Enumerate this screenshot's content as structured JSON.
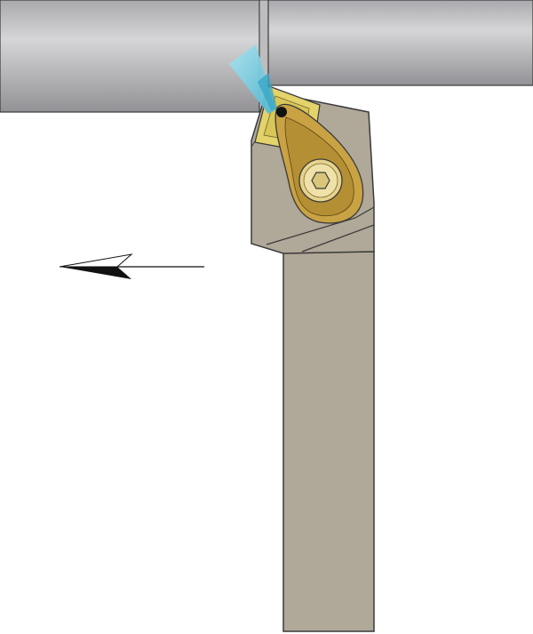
{
  "diagram": {
    "colors": {
      "background": "#ffffff",
      "workpiece_light": "#d4d4d6",
      "workpiece_dark": "#8e8e92",
      "holder": "#b0a898",
      "holder_dark": "#8f887a",
      "outline": "#3a3a3a",
      "insert_yellow": "#e3d36a",
      "insert_gold": "#c9a243",
      "clamp_dark": "#7a5e22",
      "coolant": "#8fd6e6",
      "arrow": "#111111"
    },
    "icons": {
      "workpiece": "workpiece-bar",
      "holder": "tool-holder-shank",
      "insert": "cutting-insert",
      "clamp": "clamp-lever",
      "screw": "hex-socket-screw",
      "coolant": "coolant-jet",
      "feed": "feed-direction-arrow"
    },
    "feed_direction": "left"
  }
}
